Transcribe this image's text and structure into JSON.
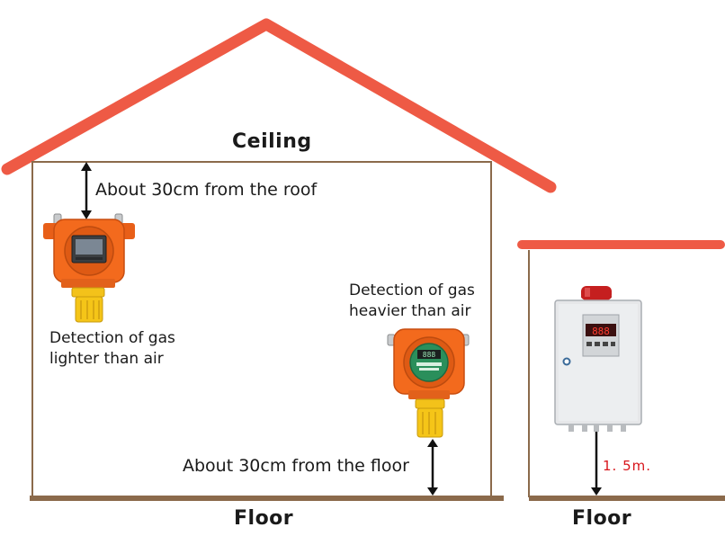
{
  "labels": {
    "ceiling": "Ceiling",
    "roof_distance": "About 30cm from the roof",
    "light_gas_line1": "Detection of gas",
    "light_gas_line2": "lighter than air",
    "heavy_gas_line1": "Detection of gas",
    "heavy_gas_line2": "heavier than air",
    "floor_distance": "About 30cm from the floor",
    "height": "1. 5m.",
    "floor_house": "Floor",
    "floor_room": "Floor"
  },
  "colors": {
    "roof": "#ee5a45",
    "wall": "#8b6a4b",
    "detector_body": "#f36a1d",
    "sensor_head": "#f3c21a",
    "alarm_light": "#c51f1f",
    "arrow": "#111111",
    "height_text": "#d8161c"
  }
}
